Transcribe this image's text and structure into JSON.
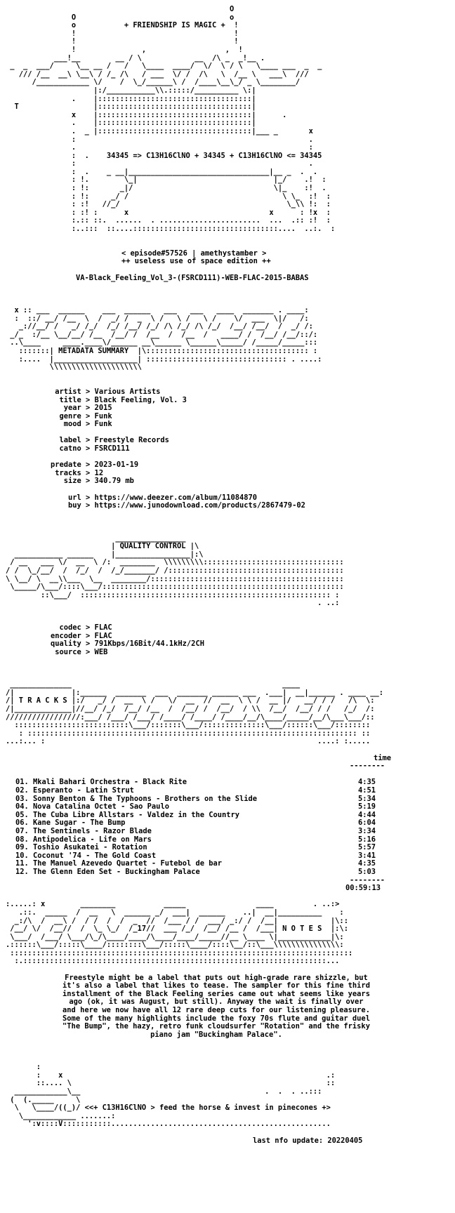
{
  "header_art": [
    "                                                   O",
    "               O                                   o",
    "               o           + FRIENDSHIP IS MAGIC +  !",
    "               !                                    !",
    "               !                                    !",
    "               !               ,                  ,  !",
    "           ___!__        __ / \\            __  /\\ _  _!__ .",
    " _  _  ___/     \\__ __ /   /   \\____  ____/  \\/  \\ / \\   \\____ ___  _  _",
    "   /// /__  __\\ \\__\\ / /_ /\\   / ___  \\/ /  /\\   \\  /__ \\   ___\\  ///",
    "      /____________ \\/    /  \\_/______\\ /  /____\\__\\_/ _ \\________/",
    "                    |:/___________\\\\.:::::/__________ \\:|",
    "               .    |:::::::::::::::::::::::::::::::::::|",
    "  Т                 |:::::::::::::::::::::::::::::::::::|",
    "               x    |:::::::::::::::::::::::::::::::::::|      .",
    "               .    |:::::::::::::::::::::::::::::::::::|",
    "               .  _ |:::::::::::::::::::::::::::::::::::|___ _       x",
    "               :                                                     .",
    "               .                                                     :",
    "               :  .    34345 => C13H16ClNO + 34345 + C13H16ClNO <= 34345",
    "               :                                                     .",
    "               :  .    _ __|________________________________|__ _  .  .",
    "               : !.        \\_|                               |_/    .!  :",
    "               : !:       _|/                                \\|_    :!  .",
    "               : !:     _/ /                                   \\ \\_  :!  :",
    "               : :!   //_/                                      \\_\\\\ !:  :",
    "               : :! :      x                                x      : !x  :",
    "               :.:: ::.  ......  . .......................  ...  .:: :!  :",
    "               :..:::  ::....:::::::::::::::::::::::::::::::::....  ..:.  :"
  ],
  "episode_line": "< episode#57526 | amethystamber >",
  "edition_line": "++ useless use of space edition ++",
  "release_name": "VA-Black_Feeling_Vol_3-(FSRCD111)-WEB-FLAC-2015-BABAS",
  "metadata_art": [
    "  x :: ___  ______    ___  ______   ___   ___   ____  _______ . ____:",
    "  :  ::/ __/ /__  \\  /  _/ /  _  \\ /   \\ /   \\ /    \\/  ___  \\|/   /:",
    "   _://__/ /   _/ /_/  /_/ /__/ /_/ /\\ /_/ /\\ /_/  /__/ /__/  /  _/ /:",
    " _/_  :/__ \\__/__/ /__  /__/ /  /__  /  /__  /   ____/ /  /__/ /__/::/:",
    " ..\\____     ____.____\\/______ __\\______ \\______\\_____/ /_____/_____:::",
    "   :::::::| METADATA SUMMARY  |\\::::::::::::::::::::::::::::::::::::: :",
    "   :....  |___________________| :::::::::::::::::::::::::::::::: . ....:",
    "          \\\\\\\\\\\\\\\\\\\\\\\\\\\\\\\\\\\\\\\\\\"
  ],
  "metadata": [
    {
      "key": "artist",
      "value": "Various Artists"
    },
    {
      "key": "title",
      "value": "Black Feeling, Vol. 3"
    },
    {
      "key": "year",
      "value": "2015"
    },
    {
      "key": "genre",
      "value": "Funk"
    },
    {
      "key": "mood",
      "value": "Funk"
    },
    {
      "key": "",
      "value": ""
    },
    {
      "key": "label",
      "value": "Freestyle Records"
    },
    {
      "key": "catno",
      "value": "FSRCD111"
    },
    {
      "key": "",
      "value": ""
    },
    {
      "key": "predate",
      "value": "2023-01-19"
    },
    {
      "key": "tracks",
      "value": "12"
    },
    {
      "key": "size",
      "value": "340.79 mb"
    },
    {
      "key": "",
      "value": ""
    },
    {
      "key": "url",
      "value": "https://www.deezer.com/album/11084870"
    },
    {
      "key": "buy",
      "value": "https://www.junodownload.com/products/2867479-02"
    }
  ],
  "quality_art": [
    "                         ________________",
    "                        | QUALITY CONTROL |\\",
    "  ___________ ______    |_________________|:\\",
    " / __   ___ \\/  __  \\ /:  ________  \\\\\\\\\\\\\\\\\\::::::::::::::::::::::::::::::::",
    "/ /  \\_/__/  /  /_/  /  /_/_______/ /::::::::::::::::::::::::::::::::::::::::",
    "\\ \\__/ \\  __\\\\___  \\__  ________/::::::::::::::::::::::::::::::::::::::::::::",
    " \\_____/\\___/::::\\___/:::::::::::::::::::::::::::::::::::::::::::::::::::::::",
    "        ::\\___/  ::::::::::::::::::::::::::::::::::::::::::::::::::::::::: :",
    "                                                                       . ..:"
  ],
  "quality": [
    {
      "key": "codec",
      "value": "FLAC"
    },
    {
      "key": "encoder",
      "value": "FLAC"
    },
    {
      "key": "quality",
      "value": "791Kbps/16Bit/44.1kHz/2CH"
    },
    {
      "key": "source",
      "value": "WEB"
    }
  ],
  "tracks_art": [
    " ______________                                                ____  ",
    "/|             |:______  _______  ___  _______ ______ ___  .___|  __|______ . ____ __:",
    "/| T R A C K S |:/   _/ /  __  \\ /   \\/  __  //  __  \\ \\ /  __ |/   __/ / /   /\\  \\:",
    "/|_____________|//__/ /_/  /__/ /__  /  /__/ /  /__/  / \\\\  /__/  /__/ / /   /_/  /:",
    "/////////////////:___/ /___/ /___/ /____/ /____/ /____/__/\\____/_____/__/\\___\\___/::",
    "  ::::::::::::::::::::::::::\\___/:::::::\\___/::::::::::::::\\___/::::::\\___/::::::::",
    "   : ::::::::::::::::::::::::::::::::::::::::::::::::::::::::::::::::::::::::::: ::",
    "...:... :                                                              ....: :....."
  ],
  "tracks_header": "time",
  "tracks": [
    {
      "num": "01.",
      "name": "Mkali Bahari Orchestra - Black Rite",
      "time": "4:35"
    },
    {
      "num": "02.",
      "name": "Esperanto - Latin Strut",
      "time": "4:51"
    },
    {
      "num": "03.",
      "name": "Sonny Benton & The Typhoons - Brothers on the Slide",
      "time": "5:34"
    },
    {
      "num": "04.",
      "name": "Nova Catalina Octet - Sao Paulo",
      "time": "5:19"
    },
    {
      "num": "05.",
      "name": "The Cuba Libre Allstars - Valdez in the Country",
      "time": "4:44"
    },
    {
      "num": "06.",
      "name": "Kane Sugar - The Bump",
      "time": "6:04"
    },
    {
      "num": "07.",
      "name": "The Sentinels - Razor Blade",
      "time": "3:34"
    },
    {
      "num": "08.",
      "name": "Antipodelica - Life on Mars",
      "time": "5:16"
    },
    {
      "num": "09.",
      "name": "Toshio Asukatei - Rotation",
      "time": "5:57"
    },
    {
      "num": "10.",
      "name": "Coconut '74 - The Gold Coast",
      "time": "3:41"
    },
    {
      "num": "11.",
      "name": "The Manuel Azevedo Quartet - Futebol de bar",
      "time": "4:35"
    },
    {
      "num": "12.",
      "name": "The Glenn Eden Set - Buckingham Palace",
      "time": "5:03"
    }
  ],
  "total_time": "00:59:13",
  "notes_art": [
    ":.....: x        ________           _____                ____         . ..:>",
    "   .::.  _____  /  __   \\  ______ _/  ___|  ______    ..|  __|__________    :",
    "  _:/\\  /  __\\ /  / /  /  /  _  //  /___ / /  ___/ _:/ /  /__|            |\\::",
    " /__/ \\/  /__//  /  \\_ \\_/  /_17//  ___ /_/  /__/ /__ /  /___| N O T E S  |:\\:",
    " \\___/  /___/ \\___/\\_/\\____/____/\\____/____/_____//__ \\____ \\|____________|\\:",
    ".::::::\\___/:::::\\____/::::::::\\___/:::::\\____/::::\\__/::\\___\\\\\\\\\\\\\\\\\\\\\\\\\\\\\\:",
    " ::::::::::::::::::::::::::::::::::::::::::::::::::::::::::::::::::::::::::::::",
    "  :.:::::::::::::::::::::::::::::::::::::::::::::::::::::::::::::::::::::..."
  ],
  "notes": [
    "Freestyle might be a label that puts out high-grade rare shizzle, but",
    "it's also a label that likes to tease. The sampler for this fine third",
    "installment of the Black Feeling series came out what seems like years",
    "ago (ok, it was August, but still). Anyway the wait is finally over",
    "and here we now have all 12 rare deep cuts for our listening pleasure.",
    "Some of the many highlights include the foxy 70s flute and guitar duel",
    "\"The Bump\", the hazy, retro funk cloudsurfer \"Rotation\" and the frisky",
    "piano jam \"Buckingham Palace\"."
  ],
  "footer_art": [
    "       :",
    "       :    x                                                            .:",
    "       ::.... \\                                                          ::",
    "  ____________\\__                                          .  .  . ..:::",
    " (  (._____     \\                                                       ",
    "  \\   \\____/((_)/ <<+ C13H16ClNO > feed the horse & invest in pinecones +>",
    "   \\____________ .......:",
    "     ':v::::V:::::::::::.................................................."
  ],
  "footer_update": "last nfo update: 20220405"
}
